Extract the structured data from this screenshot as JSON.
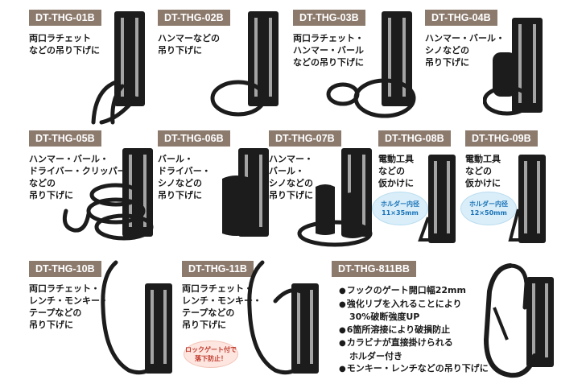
{
  "products": [
    {
      "id": "01b",
      "code": "DT-THG-01B",
      "lines": [
        "両口ラチェット",
        "などの吊り下げに"
      ]
    },
    {
      "id": "02b",
      "code": "DT-THG-02B",
      "lines": [
        "ハンマーなどの",
        "吊り下げに"
      ]
    },
    {
      "id": "03b",
      "code": "DT-THG-03B",
      "lines": [
        "両口ラチェット・",
        "ハンマー・バール",
        "などの吊り下げに"
      ]
    },
    {
      "id": "04b",
      "code": "DT-THG-04B",
      "lines": [
        "ハンマー・バール・",
        "シノなどの",
        "吊り下げに"
      ]
    },
    {
      "id": "05b",
      "code": "DT-THG-05B",
      "lines": [
        "ハンマー・バール・",
        "ドライバー・クリッパー",
        "などの",
        "吊り下げに"
      ]
    },
    {
      "id": "06b",
      "code": "DT-THG-06B",
      "lines": [
        "バール・",
        "ドライバー・",
        "シノなどの",
        "吊り下げに"
      ]
    },
    {
      "id": "07b",
      "code": "DT-THG-07B",
      "lines": [
        "ハンマー・",
        "バール・",
        "シノなどの",
        "吊り下げに"
      ]
    },
    {
      "id": "08b",
      "code": "DT-THG-08B",
      "lines": [
        "電動工具",
        "などの",
        "仮かけに"
      ]
    },
    {
      "id": "09b",
      "code": "DT-THG-09B",
      "lines": [
        "電動工具",
        "などの",
        "仮かけに"
      ]
    },
    {
      "id": "10b",
      "code": "DT-THG-10B",
      "lines": [
        "両口ラチェット・",
        "レンチ・モンキー・",
        "テープなどの",
        "吊り下げに"
      ]
    },
    {
      "id": "11b",
      "code": "DT-THG-11B",
      "lines": [
        "両口ラチェット・",
        "レンチ・モンキー・",
        "テープなどの",
        "吊り下げに"
      ]
    },
    {
      "id": "811bb",
      "code": "DT-THG-811BB",
      "lines": []
    }
  ],
  "badges": {
    "holder_08": [
      "ホルダー内径",
      "11×35mm"
    ],
    "holder_09": [
      "ホルダー内径",
      "12×50mm"
    ],
    "lock_gate": [
      "ロックゲート付で",
      "落下防止！"
    ]
  },
  "features": [
    {
      "text": "フックのゲート開口幅22mm",
      "bullet": true
    },
    {
      "text": "強化リブを入れることにより",
      "bullet": true
    },
    {
      "text": "30%破断強度UP",
      "bullet": false
    },
    {
      "text": "6箇所溶接により破損防止",
      "bullet": true
    },
    {
      "text": "カラビナが直接掛けられる",
      "bullet": true
    },
    {
      "text": "ホルダー付き",
      "bullet": false
    },
    {
      "text": "モンキー・レンチなどの吊り下げに",
      "bullet": true
    }
  ],
  "colors": {
    "tag_bg": "#8c7a6d",
    "tag_text": "#ffffff",
    "product": "#1c1c1c"
  }
}
